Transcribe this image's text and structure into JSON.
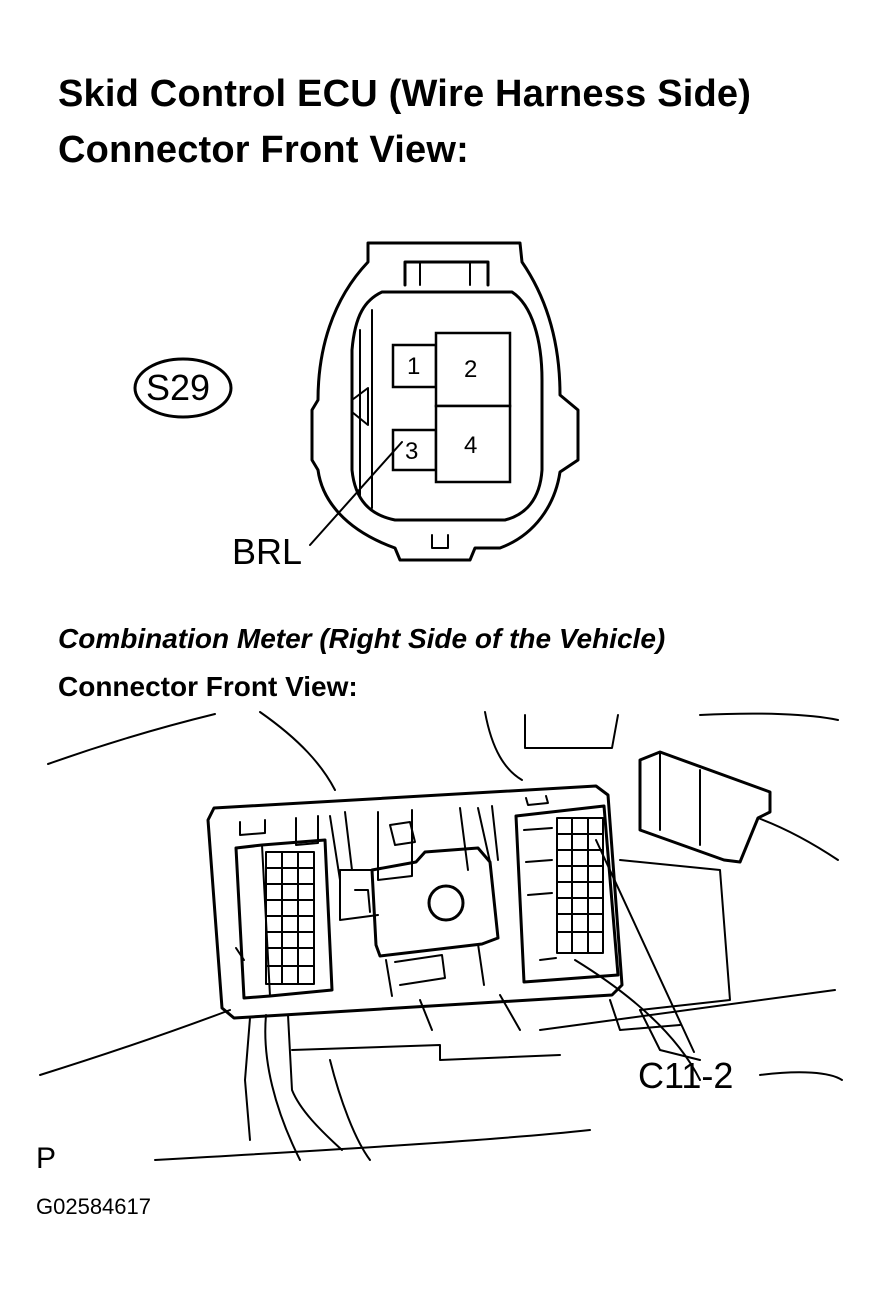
{
  "heading": {
    "line1": "Skid Control ECU (Wire Harness Side)",
    "line2": "Connector Front View:"
  },
  "connector_s29": {
    "id": "S29",
    "pins": [
      "1",
      "2",
      "3",
      "4"
    ],
    "wire_label": "BRL"
  },
  "combination_meter": {
    "line1": "Combination Meter (Right Side of the Vehicle)",
    "line2": "Connector Front View:",
    "callout": "C11-2"
  },
  "footer": {
    "letter": "P",
    "figure_code": "G02584617"
  }
}
